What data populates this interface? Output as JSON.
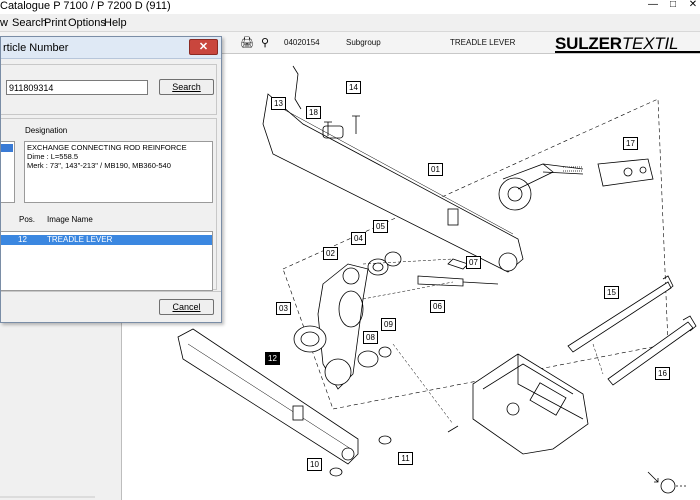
{
  "window": {
    "title": "Catalogue P 7100 / P 7200 D (911)",
    "controls": [
      "—",
      "□",
      "✕"
    ]
  },
  "menu": {
    "items": [
      {
        "label": "w"
      },
      {
        "label": "Search"
      },
      {
        "label": "Print"
      },
      {
        "label": "Options"
      },
      {
        "label": "Help"
      }
    ]
  },
  "toolbar": {
    "catalogue_number": "04020154",
    "subgroup_label": "Subgroup",
    "subgroup_value": "TREADLE LEVER",
    "brand_bold": "SULZER",
    "brand_italic": "TEXTIL"
  },
  "dialog": {
    "title": "rticle Number",
    "close_label": "✕",
    "article_value": "911809314",
    "search_label": "Search",
    "designation_header": "Designation",
    "designation_lines": [
      "EXCHANGE CONNECTING ROD REINFORCE",
      "Dime : L=558.5",
      "Merk : 73\", 143\"-213\" / MB190, MB360-540"
    ],
    "pos_header": "Pos.",
    "image_name_header": "Image Name",
    "selected_row": {
      "pos": "12",
      "image_name": "TREADLE LEVER"
    },
    "cancel_label": "Cancel"
  },
  "drawing": {
    "callouts": [
      "01",
      "02",
      "03",
      "04",
      "05",
      "06",
      "07",
      "08",
      "09",
      "10",
      "11",
      "12",
      "13",
      "14",
      "15",
      "16",
      "17",
      "18"
    ],
    "highlighted_callout": "12"
  }
}
